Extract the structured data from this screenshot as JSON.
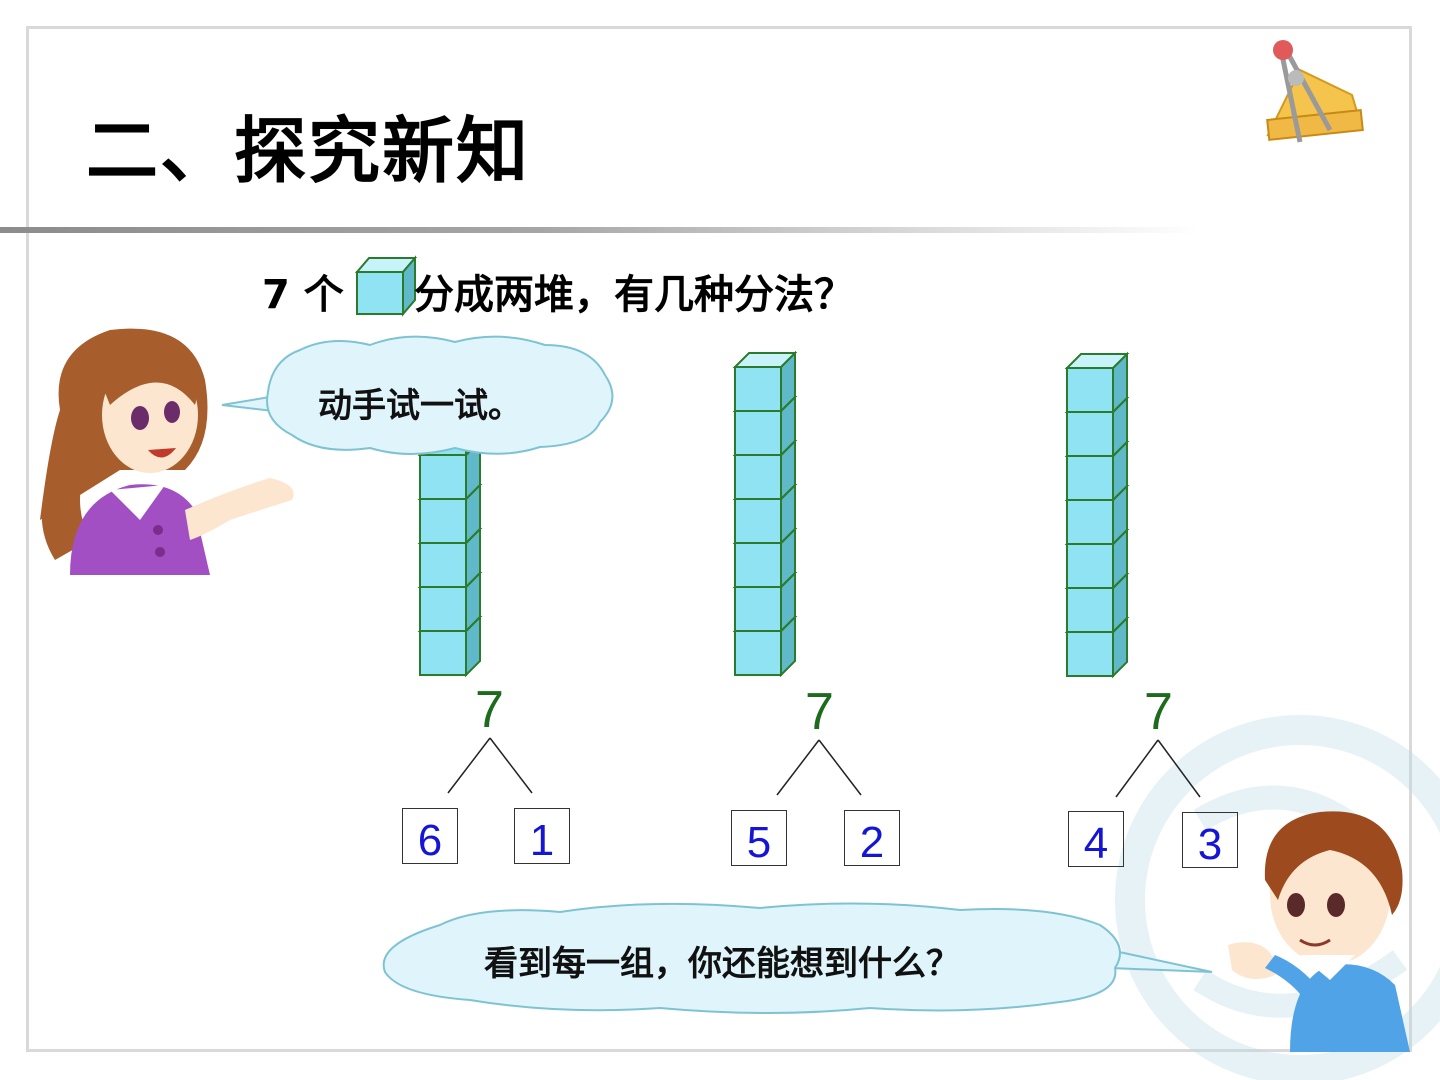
{
  "title": "二、探究新知",
  "question": {
    "prefix": "7 个",
    "suffix": "分成两堆，有几种分法？"
  },
  "bubbles": {
    "girl": "动手试一试。",
    "boy": "看到每一组，你还能想到什么？"
  },
  "groups": [
    {
      "total": "7",
      "left": "6",
      "right": "1"
    },
    {
      "total": "7",
      "left": "5",
      "right": "2"
    },
    {
      "total": "7",
      "left": "4",
      "right": "3"
    }
  ],
  "colors": {
    "cube": "#8fe3f3",
    "cube_edge": "#2c7a2c",
    "total": "#1e6b1e",
    "parts": "#1515d6",
    "bubble": "#dff5fb"
  }
}
